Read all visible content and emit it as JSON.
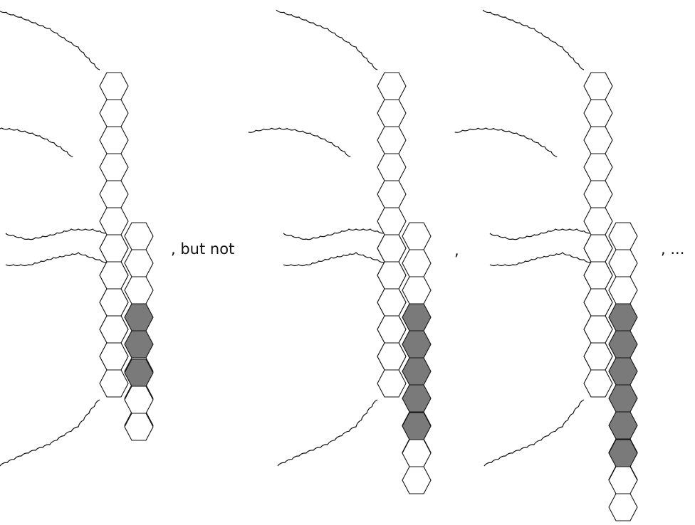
{
  "panels": [
    {
      "id": "panel-1",
      "caption": ", but not",
      "strips": [
        {
          "column": "inner",
          "cells": [
            false,
            false,
            false,
            false,
            false,
            false,
            false,
            false,
            false,
            false,
            false,
            false
          ]
        },
        {
          "column": "inner",
          "cells": [
            false,
            false,
            false,
            false,
            false
          ]
        },
        {
          "column": "outer",
          "cells": [
            false,
            false,
            false,
            true,
            true,
            false,
            false,
            false
          ]
        },
        {
          "column": "outer",
          "cells": [
            true,
            false,
            false
          ]
        }
      ]
    },
    {
      "id": "panel-2",
      "caption": ",",
      "strips": [
        {
          "column": "inner",
          "cells": [
            false,
            false,
            false,
            false,
            false,
            false,
            false,
            false,
            false,
            false,
            false,
            false
          ]
        },
        {
          "column": "inner",
          "cells": [
            false,
            false,
            false,
            false,
            false
          ]
        },
        {
          "column": "outer",
          "cells": [
            false,
            false,
            false,
            true,
            true,
            true,
            true,
            true,
            true
          ]
        },
        {
          "column": "outer",
          "cells": [
            true,
            false,
            false
          ]
        }
      ]
    },
    {
      "id": "panel-3",
      "caption": ", ...",
      "strips": [
        {
          "column": "inner",
          "cells": [
            false,
            false,
            false,
            false,
            false,
            false,
            false,
            false,
            false,
            false,
            false,
            false
          ]
        },
        {
          "column": "inner",
          "cells": [
            false,
            false,
            false,
            false,
            false
          ]
        },
        {
          "column": "outer",
          "cells": [
            false,
            false,
            false,
            true,
            true,
            true,
            true,
            true,
            true,
            false
          ]
        },
        {
          "column": "outer",
          "cells": [
            true,
            false,
            false
          ]
        }
      ]
    }
  ],
  "colors": {
    "filled": "#7a7a7a",
    "empty": "#ffffff",
    "stroke": "#111111"
  }
}
